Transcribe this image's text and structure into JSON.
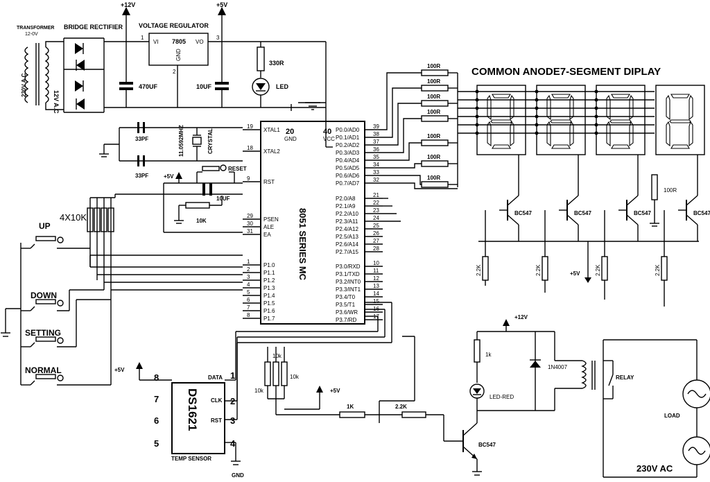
{
  "labels": {
    "transformer": "TRANSFORMER",
    "transformer_rating": "12-0V",
    "mains_in": "230V A.C",
    "secondary": "12V A.C",
    "bridge": "BRIDGE RECTIFIER",
    "regulator_title": "VOLTAGE REGULATOR",
    "reg_part": "7805",
    "reg_vi": "VI",
    "reg_vo": "VO",
    "reg_gnd": "GND",
    "reg_pin1": "1",
    "reg_pin2": "2",
    "reg_pin3": "3",
    "plus12": "+12V",
    "plus5": "+5V",
    "cap_470": "470UF",
    "cap_10": "10UF",
    "res_330": "330R",
    "led": "LED",
    "cap_33a": "33PF",
    "cap_33b": "33PF",
    "crystal_freq": "11.0592MHZ",
    "crystal": "CRYSTAL",
    "reset": "RESET",
    "reset_plus5": "+5V",
    "cap_reset": "10UF",
    "res_10k": "10K",
    "pack": "4X10K",
    "up": "UP",
    "down": "DOWN",
    "setting": "SETTING",
    "normal": "NORMAL",
    "mcu_name": "8051 SERIES MC",
    "mcu_gnd_num": "20",
    "mcu_gnd": "GND",
    "mcu_vcc_num": "40",
    "mcu_vcc": "VCC",
    "display_title": "COMMON ANODE7-SEGMENT DIPLAY",
    "res_100r": "100R",
    "res_100r_side": "100R",
    "bc547": "BC547",
    "res_2k2": "2.2K",
    "plus5_mid": "+5V",
    "ds_name": "DS1621",
    "temp_sensor": "TEMP SENSOR",
    "gnd": "GND",
    "plus5_ds": "+5V",
    "ds_data": "DATA",
    "ds_clk": "CLK",
    "ds_rst": "RST",
    "res_10k_a": "10k",
    "res_10k_b": "10k",
    "res_10k_c": "10k",
    "plus5_pull": "+5V",
    "res_1k": "1K",
    "res_2k2b": "2.2K",
    "plus12_relay": "+12V",
    "res_1k_led": "1k",
    "diode": "1N4007",
    "led_red": "LED-RED",
    "relay": "RELAY",
    "load": "LOAD",
    "mains_out": "230V AC"
  },
  "ds_pins": [
    "8",
    "7",
    "6",
    "5",
    "1",
    "2",
    "3",
    "4"
  ],
  "mcu_left_pins": [
    {
      "num": "19",
      "name": "XTAL1"
    },
    {
      "num": "18",
      "name": "XTAL2"
    },
    {
      "num": "9",
      "name": "RST"
    },
    {
      "num": "29",
      "name": "PSEN"
    },
    {
      "num": "30",
      "name": "ALE"
    },
    {
      "num": "31",
      "name": "EA"
    },
    {
      "num": "1",
      "name": "P1.0"
    },
    {
      "num": "2",
      "name": "P1.1"
    },
    {
      "num": "3",
      "name": "P1.2"
    },
    {
      "num": "4",
      "name": "P1.3"
    },
    {
      "num": "5",
      "name": "P1.4"
    },
    {
      "num": "6",
      "name": "P1.5"
    },
    {
      "num": "7",
      "name": "P1.6"
    },
    {
      "num": "8",
      "name": "P1.7"
    }
  ],
  "mcu_right_pins": [
    {
      "num": "39",
      "name": "P0.0/AD0"
    },
    {
      "num": "38",
      "name": "P0.1/AD1"
    },
    {
      "num": "37",
      "name": "P0.2/AD2"
    },
    {
      "num": "36",
      "name": "P0.3/AD3"
    },
    {
      "num": "35",
      "name": "P0.4/AD4"
    },
    {
      "num": "34",
      "name": "P0.5/AD5"
    },
    {
      "num": "33",
      "name": "P0.6/AD6"
    },
    {
      "num": "32",
      "name": "P0.7/AD7"
    },
    {
      "num": "21",
      "name": "P2.0/A8"
    },
    {
      "num": "22",
      "name": "P2.1/A9"
    },
    {
      "num": "23",
      "name": "P2.2/A10"
    },
    {
      "num": "24",
      "name": "P2.3/A11"
    },
    {
      "num": "25",
      "name": "P2.4/A12"
    },
    {
      "num": "26",
      "name": "P2.5/A13"
    },
    {
      "num": "27",
      "name": "P2.6/A14"
    },
    {
      "num": "28",
      "name": "P2.7/A15"
    },
    {
      "num": "10",
      "name": "P3.0/RXD"
    },
    {
      "num": "11",
      "name": "P3.1/TXD"
    },
    {
      "num": "12",
      "name": "P3.2/INT0"
    },
    {
      "num": "13",
      "name": "P3.3/INT1"
    },
    {
      "num": "14",
      "name": "P3.4/T0"
    },
    {
      "num": "15",
      "name": "P3.5/T1"
    },
    {
      "num": "16",
      "name": "P3.6/WR"
    },
    {
      "num": "17",
      "name": "P3.7/RD"
    }
  ]
}
